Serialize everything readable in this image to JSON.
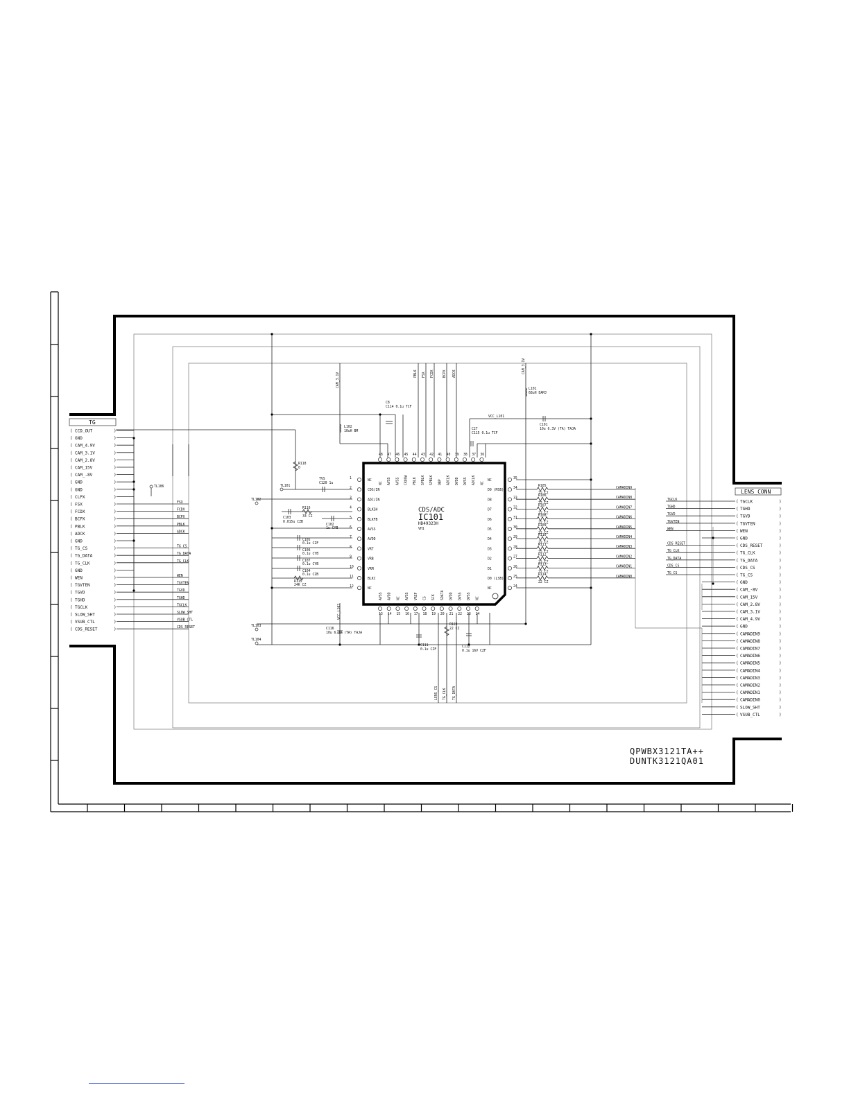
{
  "tg_connector": {
    "title": "TG",
    "pins": [
      "CCD_OUT",
      "GND",
      "CAM_4.9V",
      "CAM_3.1V",
      "CAM_2.8V",
      "CAM_15V",
      "CAM_-8V",
      "GND",
      "GND",
      "CLPX",
      "FSX",
      "FCDX",
      "BCPX",
      "PBLK",
      "ADCK",
      "GND",
      "TG_CS",
      "TG_DATA",
      "TG_CLK",
      "GND",
      "WEN",
      "TGVTEN",
      "TGVD",
      "TGHD",
      "TGCLK",
      "SLOW_SHT",
      "VSUB_CTL",
      "CDS_RESET"
    ],
    "net_labels": [
      "FSX",
      "FCDX",
      "BCPX",
      "PBLK",
      "ADCK",
      "TG_CS",
      "TG_DATA",
      "TG_CLK",
      "WEN",
      "TGVTEN",
      "TGHD",
      "TGVD",
      "TGCLK",
      "SLOW_SHT",
      "VSUB_CTL",
      "CDS_RESET"
    ]
  },
  "lens_connector": {
    "title": "LENS_CONN",
    "pins": [
      "TGCLK",
      "TGHD",
      "TGVD",
      "TGVTEN",
      "WEN",
      "GND",
      "CDS_RESET",
      "TG_CLK",
      "TG_DATA",
      "CDS_CS",
      "TG_CS",
      "GND",
      "CAM_-8V",
      "CAM_15V",
      "CAM_2.8V",
      "CAM_3.1V",
      "CAM_4.9V",
      "GND",
      "CAMADIN9",
      "CAMADIN8",
      "CAMADIN7",
      "CAMADIN6",
      "CAMADIN5",
      "CAMADIN4",
      "CAMADIN3",
      "CAMADIN2",
      "CAMADIN1",
      "CAMADIN0",
      "SLOW_SHT",
      "VSUB_CTL"
    ],
    "net_labels": [
      "TGCLK",
      "TGHD",
      "TGVD",
      "TGVTEN",
      "WEN",
      "CDS_RESET",
      "TG_CLK",
      "TG_DATA",
      "CDS_CS",
      "TG_CS"
    ]
  },
  "ic": {
    "function": "CDS/ADC",
    "ref": "IC101",
    "part": "HD49323H",
    "suffix": "VH1",
    "top_pins": [
      "NC",
      "AVSS",
      "AVSS",
      "CROSW",
      "PBLK",
      "SPBLK",
      "SPBLK",
      "OBP",
      "ADCLK",
      "DVDD",
      "DVSS",
      "ADCLK",
      "NC"
    ],
    "top_pin_numbers": [
      "48",
      "47",
      "46",
      "45",
      "44",
      "43",
      "42",
      "41",
      "40",
      "39",
      "38",
      "37",
      "36"
    ],
    "left_pins": [
      "NC",
      "CDS/IN",
      "ADC/IN",
      "BLKSH",
      "BLKFB",
      "AVSS",
      "AVDD",
      "VRT",
      "VRB",
      "VRM",
      "BLKC",
      "NC"
    ],
    "left_pin_numbers": [
      "1",
      "2",
      "3",
      "4",
      "5",
      "6",
      "7",
      "8",
      "9",
      "10",
      "11",
      "12"
    ],
    "right_pins": [
      "NC",
      "D9 (MSB)",
      "D8",
      "D7",
      "D6",
      "D5",
      "D4",
      "D3",
      "D2",
      "D1",
      "D0 (LSB)",
      "NC"
    ],
    "right_pin_numbers": [
      "35",
      "34",
      "33",
      "32",
      "31",
      "30",
      "29",
      "28",
      "27",
      "26",
      "25",
      "24"
    ],
    "bottom_pins": [
      "AVSS",
      "AVDD",
      "NC",
      "AVSS",
      "VREF",
      "CS",
      "SCK",
      "SDATA",
      "DVDD",
      "DVSS",
      "DVSS",
      "NC"
    ],
    "bottom_pin_numbers": [
      "13",
      "14",
      "15",
      "16",
      "17",
      "18",
      "19",
      "20",
      "21",
      "22",
      "23",
      "24"
    ]
  },
  "vertical_nets": [
    "CAM_3.1V",
    "PBLK",
    "FSX",
    "FCDX",
    "BCPX",
    "ADCK",
    "CAM_3.1V",
    "LENS_CS",
    "TG_CLK",
    "TG_DATA"
  ],
  "resistors_right": [
    {
      "ref": "R105",
      "val": "22 CZ"
    },
    {
      "ref": "R106",
      "val": "22 CZ"
    },
    {
      "ref": "R107",
      "val": "22 CZ"
    },
    {
      "ref": "R108",
      "val": "22 CZ"
    },
    {
      "ref": "R109",
      "val": "22 CZ"
    },
    {
      "ref": "R110",
      "val": "22 CZ"
    },
    {
      "ref": "R111",
      "val": "22 CZ"
    },
    {
      "ref": "R112",
      "val": "22 CZ"
    },
    {
      "ref": "R113",
      "val": "22 CZ"
    },
    {
      "ref": "R114",
      "val": "22 CZ"
    }
  ],
  "camadin_labels": [
    "CAMADIN9",
    "CAMADIN8",
    "CAMADIN7",
    "CAMADIN6",
    "CAMADIN5",
    "CAMADIN4",
    "CAMADIN3",
    "CAMADIN2",
    "CAMADIN1",
    "CAMADIN0"
  ],
  "left_components": [
    {
      "ref": "R118",
      "val": "0"
    },
    {
      "ref": "C103",
      "val": "0.015u CZB"
    },
    {
      "ref": "R116",
      "val": "33 CZ"
    },
    {
      "ref": "C102",
      "val": "1u CYB"
    },
    {
      "ref": "C105",
      "val": "0.1u CZF"
    },
    {
      "ref": "C106",
      "val": "0.1u CYB"
    },
    {
      "ref": "C107",
      "val": "0.1u CYB"
    },
    {
      "ref": "C104",
      "val": "0.1u CZB"
    },
    {
      "ref": "R115",
      "val": "24K CZ"
    }
  ],
  "top_components": [
    {
      "ref": "L102",
      "val": "10uH BM"
    },
    {
      "ref": "C8",
      "val": "C114 0.1u TCF"
    },
    {
      "ref": "C27",
      "val": "C115 0.1u TCF"
    },
    {
      "ref": "L101",
      "val": "68uH DAMJ"
    },
    {
      "ref": "C101",
      "val": "10u 6.3V (TA) TAJA"
    },
    {
      "ref": "TVS",
      "val": "C120 1u"
    }
  ],
  "bottom_components": [
    {
      "ref": "C116",
      "val": "10u 6.3V (TA) TAJA"
    },
    {
      "ref": "C111",
      "val": "0.1u CZF"
    },
    {
      "ref": "R123",
      "val": "22 CZ"
    },
    {
      "ref": "C112",
      "val": "0.1u 16V CZF"
    }
  ],
  "test_points": [
    "TL101",
    "TL102",
    "TL103",
    "TL104",
    "TL106"
  ],
  "net_names": {
    "vcc_l101": "VCC_L101",
    "vcc_l102": "VCC_L102"
  },
  "part_numbers": [
    "QPWBX3121TA++",
    "DUNTK3121QA01"
  ]
}
